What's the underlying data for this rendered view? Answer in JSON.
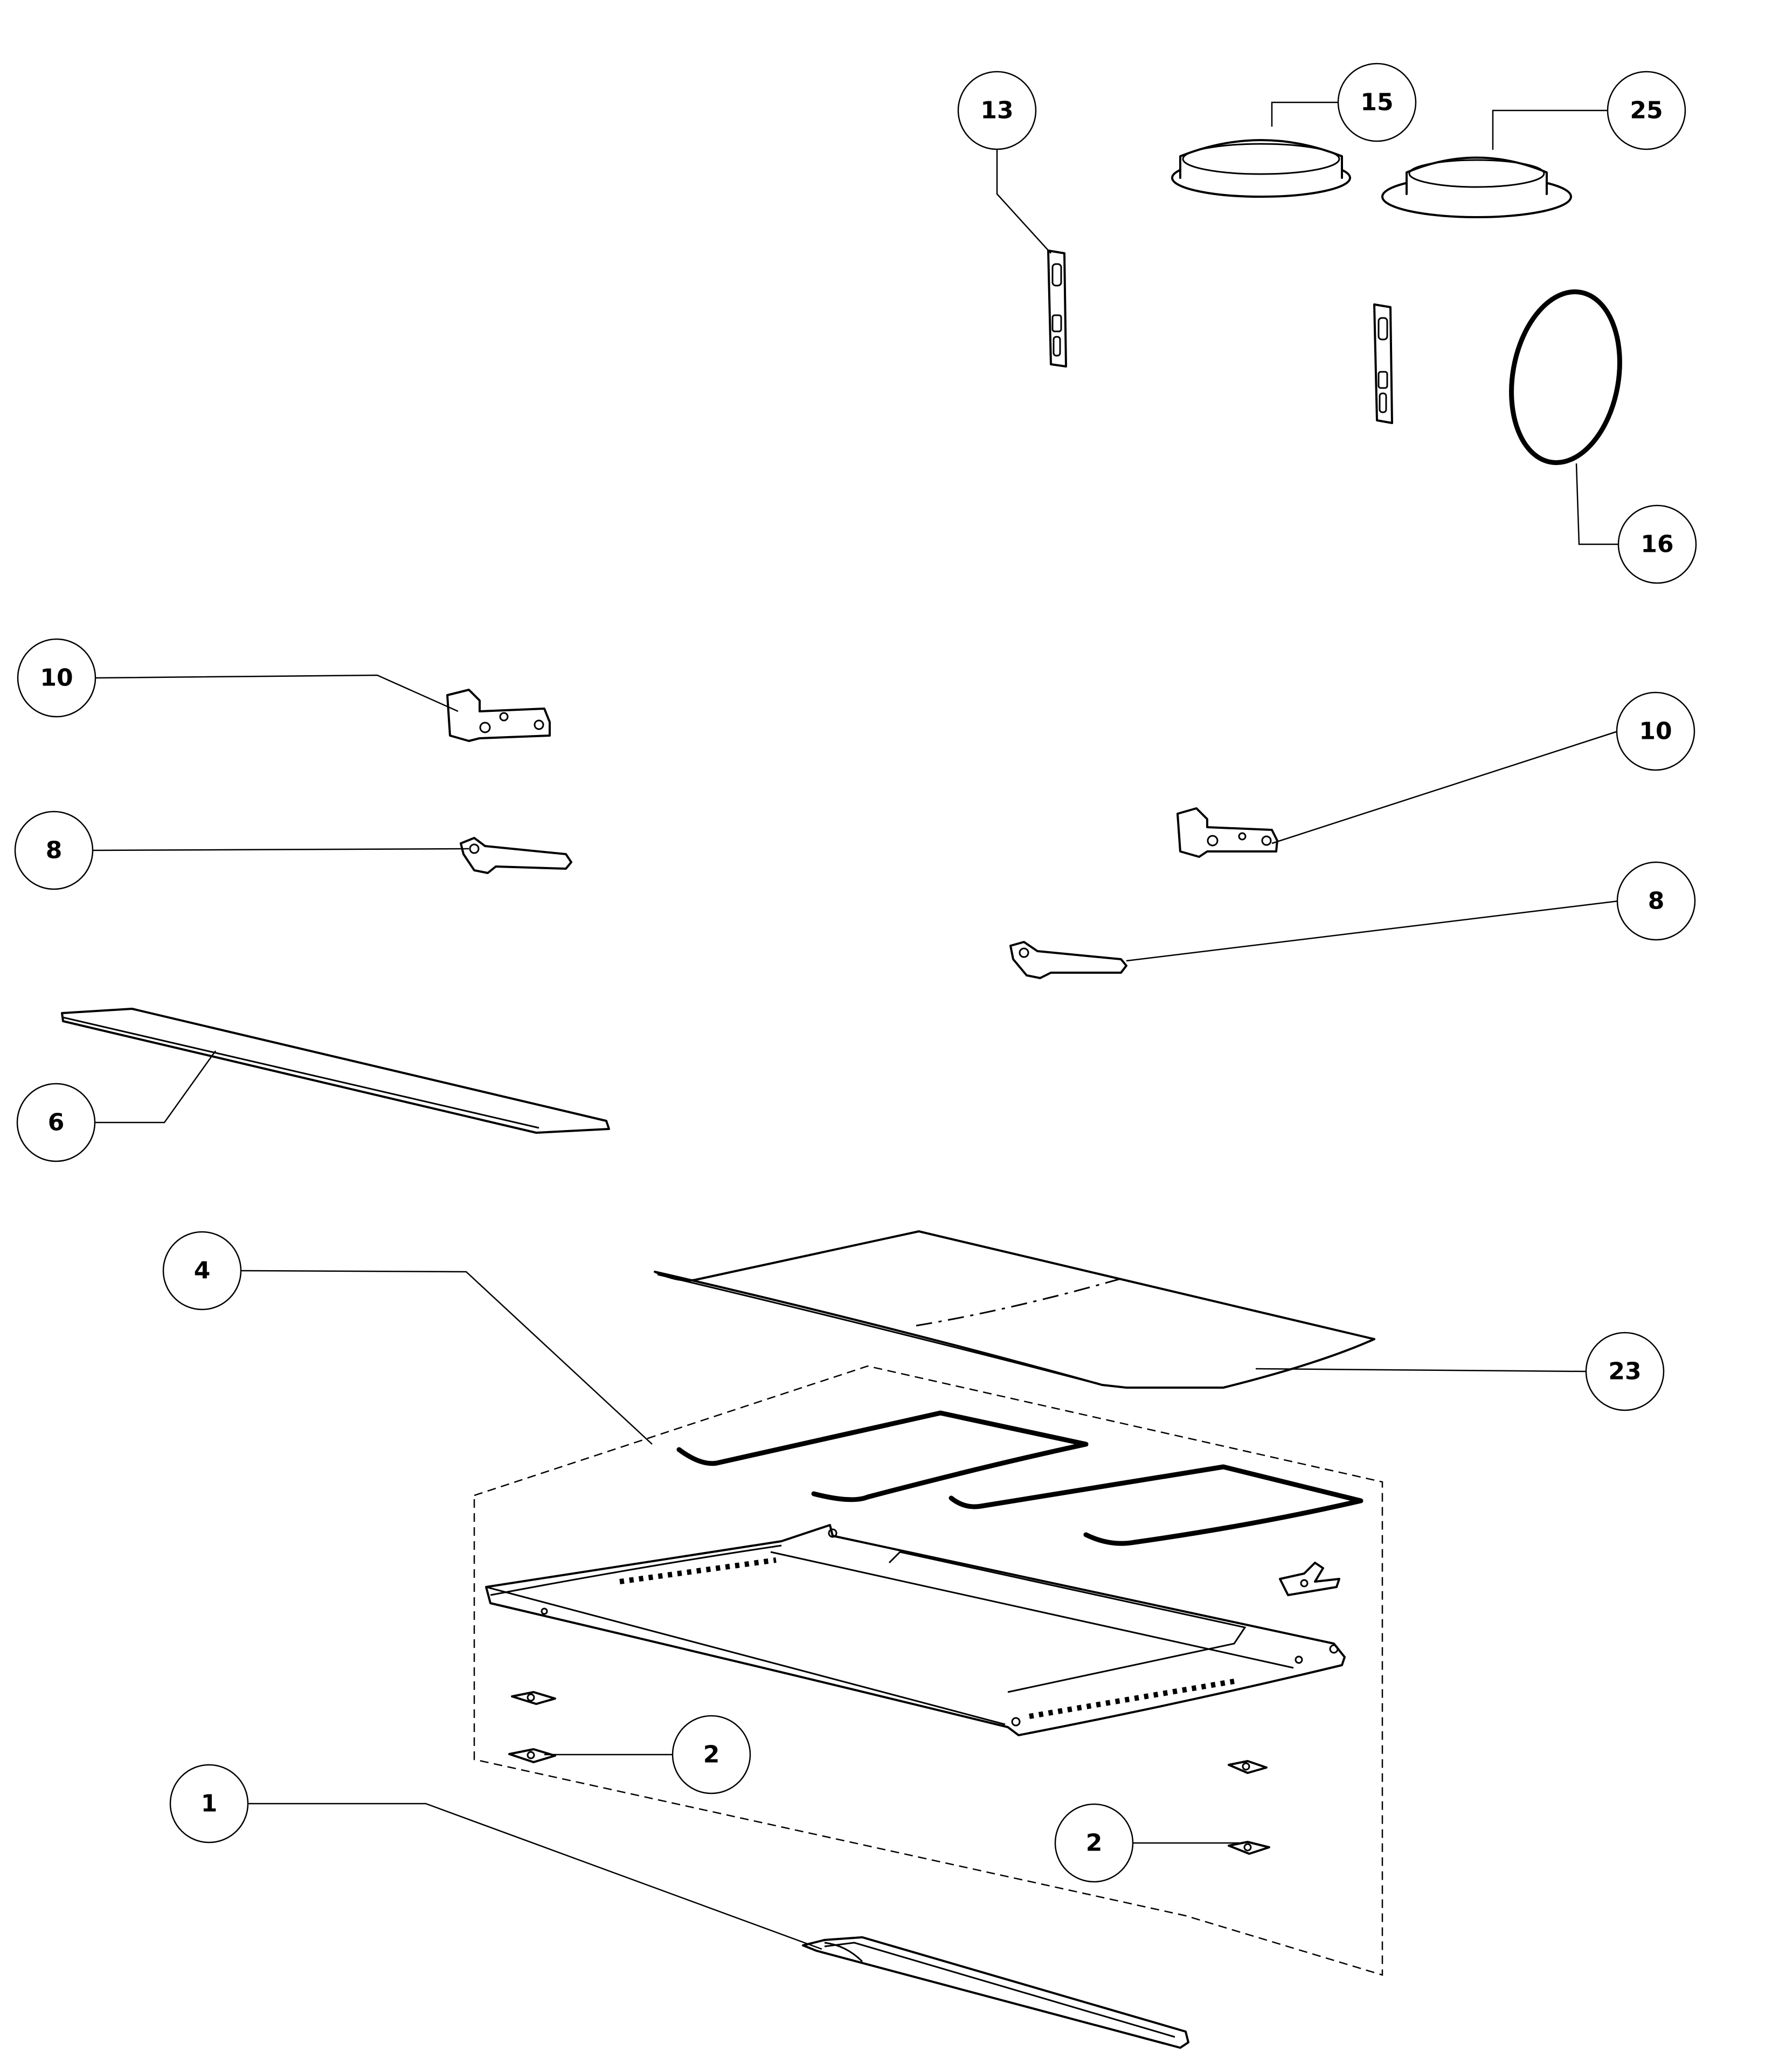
{
  "callouts": [
    {
      "id": "c13",
      "label": "13"
    },
    {
      "id": "c15",
      "label": "15"
    },
    {
      "id": "c25",
      "label": "25"
    },
    {
      "id": "c16",
      "label": "16"
    },
    {
      "id": "c10a",
      "label": "10"
    },
    {
      "id": "c10b",
      "label": "10"
    },
    {
      "id": "c8a",
      "label": "8"
    },
    {
      "id": "c8b",
      "label": "8"
    },
    {
      "id": "c6",
      "label": "6"
    },
    {
      "id": "c4",
      "label": "4"
    },
    {
      "id": "c23",
      "label": "23"
    },
    {
      "id": "c2a",
      "label": "2"
    },
    {
      "id": "c2b",
      "label": "2"
    },
    {
      "id": "c1",
      "label": "1"
    }
  ],
  "colors": {
    "line": "#000000",
    "background": "#ffffff"
  }
}
